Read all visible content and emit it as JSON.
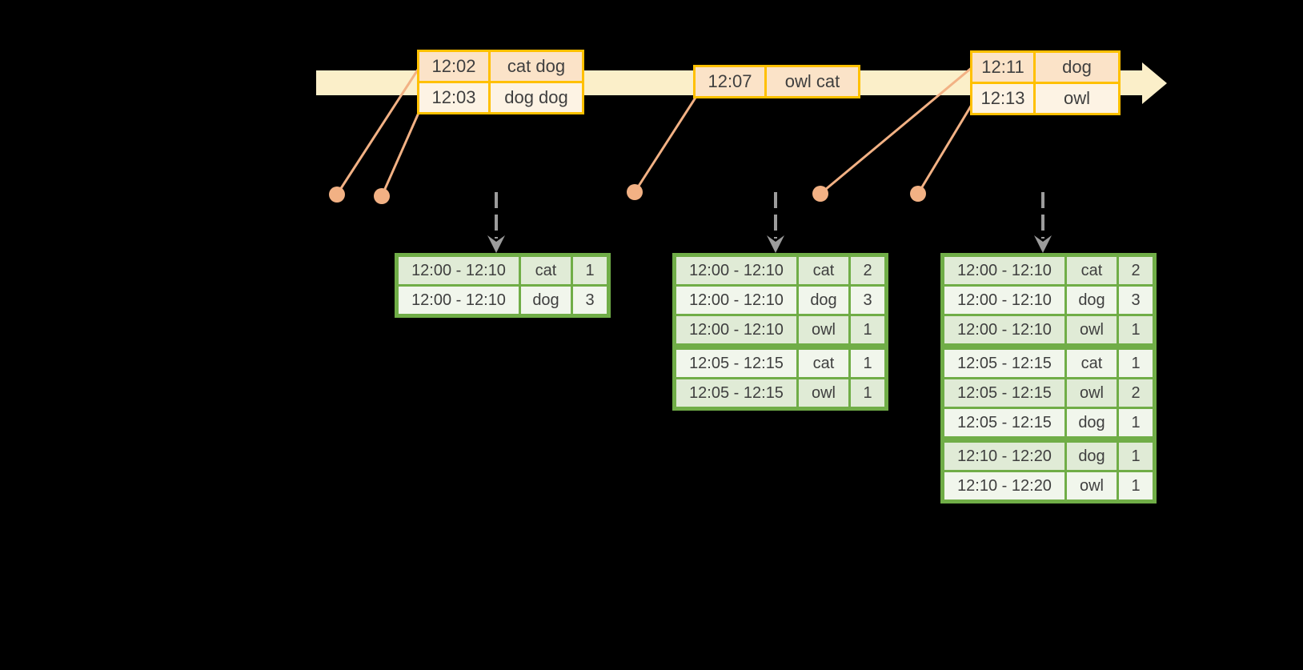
{
  "colors": {
    "bg": "#000000",
    "band": "#FBEFC9",
    "gold": "#FFC000",
    "peach_dark": "#FBE3C8",
    "peach_light": "#FDF3E4",
    "salmon": "#F2B184",
    "green": "#70AD47",
    "green_row_a": "#E0EBD6",
    "green_row_b": "#F1F6EC",
    "gray": "#9C9C9C",
    "text": "#3F3F3F"
  },
  "icons": {
    "timeline_arrowhead": "right-arrow",
    "trigger_arrowhead": "down-chevron",
    "event_dot": "circle"
  },
  "event_tables": [
    {
      "rows": [
        [
          "12:02",
          "cat dog"
        ],
        [
          "12:03",
          "dog dog"
        ]
      ]
    },
    {
      "rows": [
        [
          "12:07",
          "owl cat"
        ]
      ]
    },
    {
      "rows": [
        [
          "12:11",
          "dog"
        ],
        [
          "12:13",
          "owl"
        ]
      ]
    }
  ],
  "result_tables": [
    {
      "rows": [
        [
          "12:00 - 12:10",
          "cat",
          "1"
        ],
        [
          "12:00 - 12:10",
          "dog",
          "3"
        ]
      ],
      "group_breaks": []
    },
    {
      "rows": [
        [
          "12:00 - 12:10",
          "cat",
          "2"
        ],
        [
          "12:00 - 12:10",
          "dog",
          "3"
        ],
        [
          "12:00 - 12:10",
          "owl",
          "1"
        ],
        [
          "12:05 - 12:15",
          "cat",
          "1"
        ],
        [
          "12:05 - 12:15",
          "owl",
          "1"
        ]
      ],
      "group_breaks": [
        3
      ]
    },
    {
      "rows": [
        [
          "12:00 - 12:10",
          "cat",
          "2"
        ],
        [
          "12:00 - 12:10",
          "dog",
          "3"
        ],
        [
          "12:00 - 12:10",
          "owl",
          "1"
        ],
        [
          "12:05 - 12:15",
          "cat",
          "1"
        ],
        [
          "12:05 - 12:15",
          "owl",
          "2"
        ],
        [
          "12:05 - 12:15",
          "dog",
          "1"
        ],
        [
          "12:10 - 12:20",
          "dog",
          "1"
        ],
        [
          "12:10 - 12:20",
          "owl",
          "1"
        ]
      ],
      "group_breaks": [
        3,
        6
      ]
    }
  ]
}
